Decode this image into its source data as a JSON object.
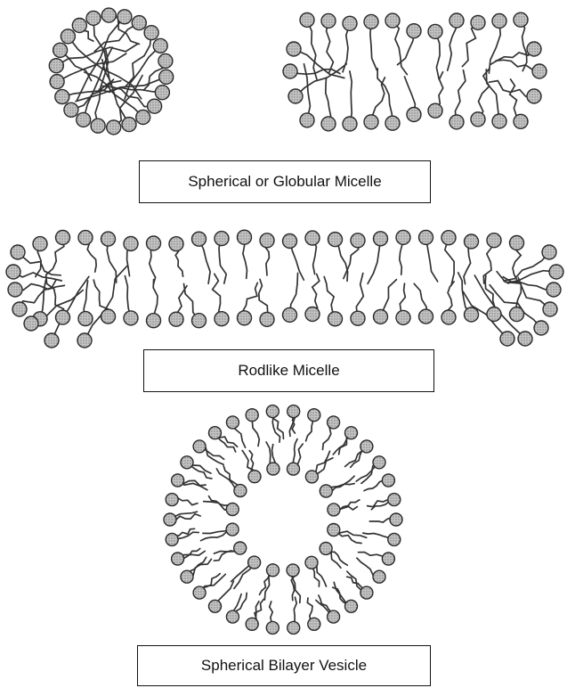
{
  "labels": {
    "spherical_micelle": "Spherical or Globular Micelle",
    "rodlike_micelle": "Rodlike Micelle",
    "bilayer_vesicle": "Spherical Bilayer Vesicle"
  },
  "colors": {
    "head_fill": "#b4b4b4",
    "head_stroke": "#2a2a2a",
    "tail": "#333333"
  }
}
